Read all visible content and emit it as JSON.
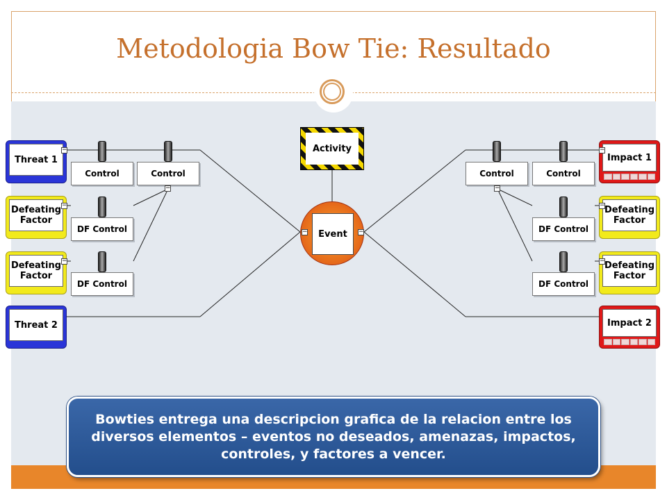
{
  "slide": {
    "title": "Metodologia Bow Tie: Resultado",
    "callout": "Bowties entrega una descripcion grafica de la relacion entre los diversos elementos – eventos no deseados, amenazas, impactos, controles, y factores a vencer."
  },
  "diagram": {
    "activity": "Activity",
    "event": "Event",
    "threats": [
      "Threat 1",
      "Threat 2"
    ],
    "left_factors": [
      "Defeating Factor",
      "Defeating Factor"
    ],
    "left_controls": [
      "Control",
      "Control"
    ],
    "left_df_controls": [
      "DF Control",
      "DF Control"
    ],
    "impacts": [
      "Impact 1",
      "Impact 2"
    ],
    "right_factors": [
      "Defeating Factor",
      "Defeating Factor"
    ],
    "right_controls": [
      "Control",
      "Control"
    ],
    "right_df_controls": [
      "DF Control",
      "DF Control"
    ],
    "collapse_glyph": "−"
  },
  "colors": {
    "title": "#c5702c",
    "threat": "#2a35d8",
    "factor": "#f2ea1c",
    "impact": "#e01818",
    "event": "#e8701c",
    "callout": "#2c5596",
    "bottom_bar": "#e8862a"
  }
}
